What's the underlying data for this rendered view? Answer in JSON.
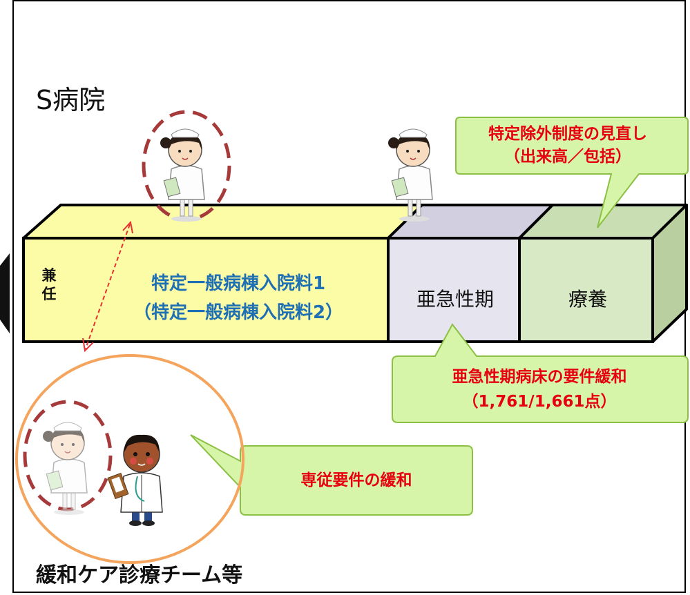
{
  "hospital": {
    "title": "S病院"
  },
  "wards": {
    "kennin": "兼任",
    "general_line1": "特定一般病棟入院料1",
    "general_line2": "（特定一般病棟入院料2）",
    "subacute": "亜急性期",
    "ryoyo": "療養"
  },
  "callouts": {
    "tokutei_line1": "特定除外制度の見直し",
    "tokutei_line2": "（出来高／包括）",
    "subacute_line1": "亜急性期病床の要件緩和",
    "subacute_line2": "（1,761/1,661点）",
    "senju": "専従要件の緩和"
  },
  "team": {
    "label": "緩和ケア診療チーム等"
  },
  "colors": {
    "general_ward_fill": "#fdfca6",
    "subacute_ward_fill": "#e6e4ef",
    "ryoyo_ward_fill": "#d8e9c6",
    "callout_fill": "#d6f5a8",
    "callout_border": "#8cbf45",
    "callout_text": "#e60012",
    "ward_label_blue": "#1e6fb4",
    "dashed_circle": "#a63a3a",
    "team_circle": "#f4a45c",
    "arrow": "#e53030"
  },
  "icons": [
    "nurse-icon",
    "doctor-icon"
  ]
}
